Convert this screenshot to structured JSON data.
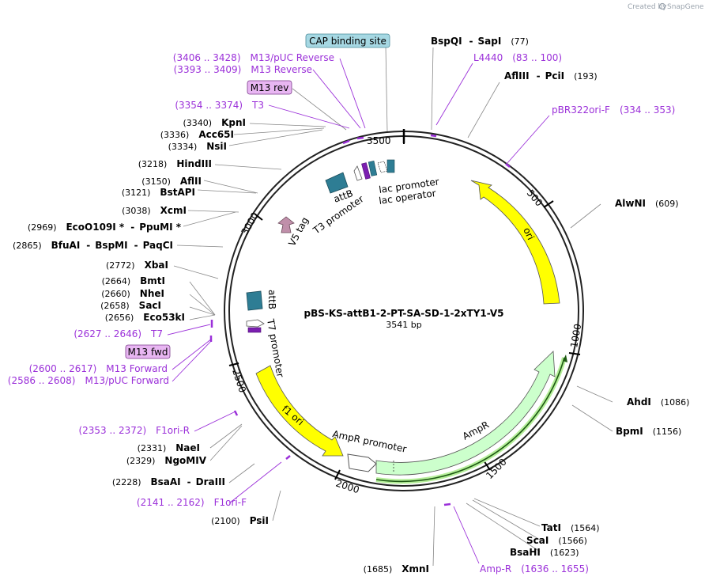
{
  "watermark": {
    "prefix": "Created by",
    "brand": "SnapGene"
  },
  "plasmid": {
    "name": "pBS-KS-attB1-2-PT-SA-SD-1-2xTY1-V5",
    "length": "3541 bp"
  },
  "colors": {
    "primer": "#9b30d9",
    "ori": "#ffff00",
    "ampr": "#ccffcc",
    "marker": "#2e7d94",
    "v5": "#c08faa",
    "boxed": "#a6d8e3",
    "primer_box": "#e8b6f2"
  },
  "ticks": [
    "500",
    "1000",
    "1500",
    "2000",
    "2500",
    "3000",
    "3500"
  ],
  "enzymes": [
    {
      "name": "BspQI",
      "sep": "-",
      "name2": "SapI",
      "pos": "(77)"
    },
    {
      "name": "AflIII",
      "sep": "-",
      "name2": "PciI",
      "pos": "(193)"
    },
    {
      "name": "AlwNI",
      "pos": "(609)"
    },
    {
      "name": "AhdI",
      "pos": "(1086)"
    },
    {
      "name": "BpmI",
      "pos": "(1156)"
    },
    {
      "name": "TatI",
      "pos": "(1564)"
    },
    {
      "name": "ScaI",
      "pos": "(1566)"
    },
    {
      "name": "BsaHI",
      "pos": "(1623)"
    },
    {
      "name": "XmnI",
      "pos": "(1685)"
    },
    {
      "name": "PsiI",
      "pos": "(2100)"
    },
    {
      "name": "BsaAI",
      "sep": "-",
      "name2": "DraIII",
      "pos": "(2228)"
    },
    {
      "name": "NgoMIV",
      "pos": "(2329)"
    },
    {
      "name": "NaeI",
      "pos": "(2331)"
    },
    {
      "name": "Eco53kI",
      "pos": "(2656)"
    },
    {
      "name": "SacI",
      "pos": "(2658)"
    },
    {
      "name": "NheI",
      "pos": "(2660)"
    },
    {
      "name": "BmtI",
      "pos": "(2664)"
    },
    {
      "name": "XbaI",
      "pos": "(2772)"
    },
    {
      "name": "BfuAI",
      "sep": "-",
      "name2": "BspMI",
      "sep2": "-",
      "name3": "PaqCI",
      "pos": "(2865)"
    },
    {
      "name": "EcoO109I *",
      "sep": "-",
      "name2": "PpuMI *",
      "pos": "(2969)"
    },
    {
      "name": "XcmI",
      "pos": "(3038)"
    },
    {
      "name": "BstAPI",
      "pos": "(3121)"
    },
    {
      "name": "AflII",
      "pos": "(3150)"
    },
    {
      "name": "HindIII",
      "pos": "(3218)"
    },
    {
      "name": "NsiI",
      "pos": "(3334)"
    },
    {
      "name": "Acc65I",
      "pos": "(3336)"
    },
    {
      "name": "KpnI",
      "pos": "(3340)"
    }
  ],
  "primers": [
    {
      "name": "L4440",
      "pos": "(83 .. 100)"
    },
    {
      "name": "pBR322ori-F",
      "pos": "(334 .. 353)"
    },
    {
      "name": "Amp-R",
      "pos": "(1636 .. 1655)"
    },
    {
      "name": "F1ori-F",
      "pos": "(2141 .. 2162)"
    },
    {
      "name": "F1ori-R",
      "pos": "(2353 .. 2372)"
    },
    {
      "name": "M13/pUC Forward",
      "pos": "(2586 .. 2608)"
    },
    {
      "name": "M13 Forward",
      "pos": "(2600 .. 2617)"
    },
    {
      "name": "T7",
      "pos": "(2627 .. 2646)"
    },
    {
      "name": "T3",
      "pos": "(3354 .. 3374)"
    },
    {
      "name": "M13 Reverse",
      "pos": "(3393 .. 3409)"
    },
    {
      "name": "M13/pUC Reverse",
      "pos": "(3406 .. 3428)"
    }
  ],
  "boxed_labels": {
    "cap": "CAP binding site",
    "m13rev": "M13 rev",
    "m13fwd": "M13 fwd"
  },
  "features": {
    "ori": "ori",
    "ampr": "AmpR",
    "ampr_promoter": "AmpR promoter",
    "f1ori": "f1 ori",
    "attb_top": "attB",
    "attb_left": "attB",
    "t7_promoter": "T7 promoter",
    "t3_promoter": "T3 promoter",
    "v5_tag": "V5 tag",
    "lac_promoter": "lac promoter",
    "lac_operator": "lac operator"
  }
}
